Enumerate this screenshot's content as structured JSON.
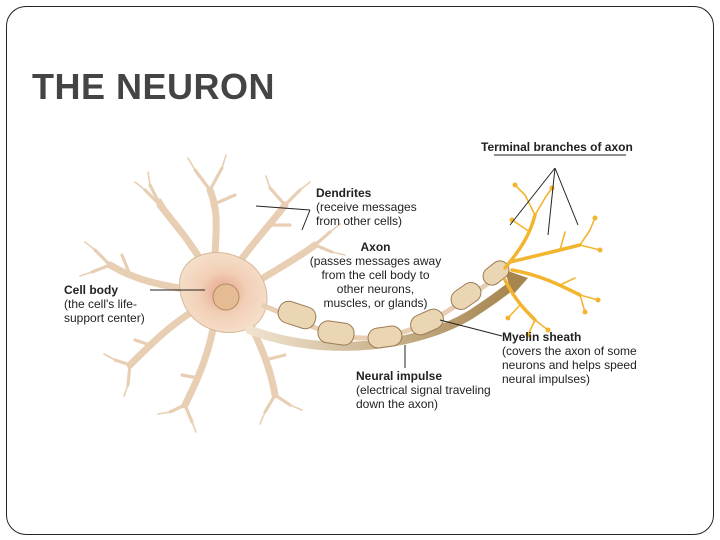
{
  "slide": {
    "title": "THE NEURON"
  },
  "diagram": {
    "labels": {
      "terminal": {
        "name": "Terminal branches of axon"
      },
      "dendrites": {
        "name": "Dendrites",
        "desc": [
          "(receive messages",
          "from other cells)"
        ]
      },
      "axon": {
        "name": "Axon",
        "desc": [
          "(passes messages away",
          "from the cell body to",
          "other neurons,",
          "muscles, or glands)"
        ]
      },
      "cellbody": {
        "name": "Cell body",
        "desc": [
          "(the cell's life-",
          "support center)"
        ]
      },
      "myelin": {
        "name": "Myelin sheath",
        "desc": [
          "(covers the axon of some",
          "neurons and helps speed",
          "neural impulses)"
        ]
      },
      "impulse": {
        "name": "Neural impulse",
        "desc": [
          "(electrical signal traveling",
          "down the axon)"
        ]
      }
    },
    "colors": {
      "cell": "#f3d9bf",
      "cell_edge": "#c9a07c",
      "nucleus": "#e3b48c",
      "myelin": "#e8d2b0",
      "myelin_edge": "#9c7b55",
      "terminal": "#f3b52f",
      "impulse_arrow": "#b5945f"
    }
  }
}
